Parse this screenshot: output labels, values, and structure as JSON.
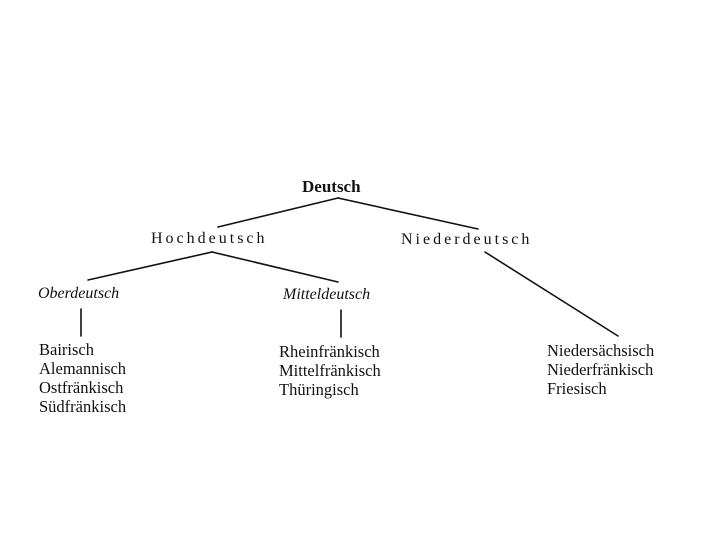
{
  "tree": {
    "root": "Deutsch",
    "branches": [
      {
        "label": "Hochdeutsch",
        "sub": [
          {
            "label": "Oberdeutsch",
            "dialects": [
              "Bairisch",
              "Alemannisch",
              "Ostfränkisch",
              "Südfränkisch"
            ]
          },
          {
            "label": "Mitteldeutsch",
            "dialects": [
              "Rheinfränkisch",
              "Mittelfränkisch",
              "Thüringisch"
            ]
          }
        ]
      },
      {
        "label": "Niederdeutsch",
        "dialects": [
          "Niedersächsisch",
          "Niederfränkisch",
          "Friesisch"
        ]
      }
    ]
  }
}
